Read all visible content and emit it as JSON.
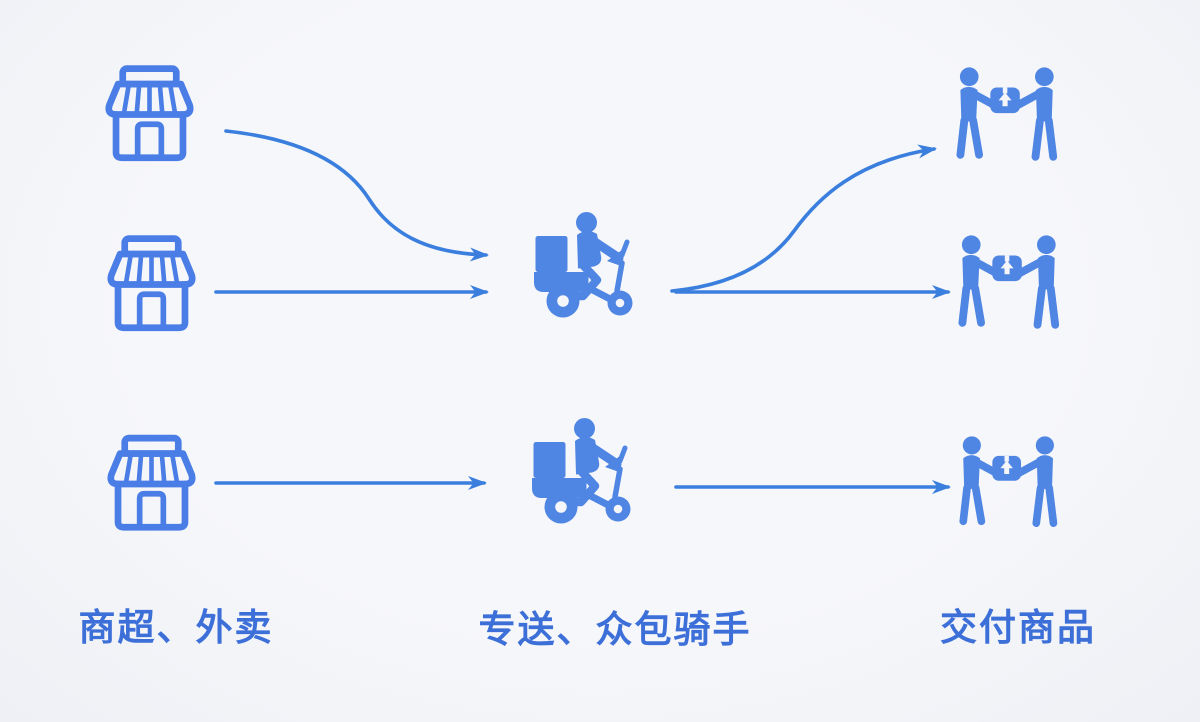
{
  "page": {
    "background_color": "#f4f5f8"
  },
  "colors": {
    "store_outline_blue": "#4a7ee6",
    "icon_fill_blue": "#4f85e3",
    "arrow_blue": "#3a7ede",
    "label_blue": "#3d6fd8"
  },
  "diagram": {
    "type": "flow",
    "columns": [
      {
        "id": "merchants",
        "label": "商超、外卖",
        "icon": "storefront-icon",
        "node_count": 3
      },
      {
        "id": "riders",
        "label": "专送、众包骑手",
        "icon": "delivery-rider-icon",
        "node_count": 2
      },
      {
        "id": "handoff",
        "label": "交付商品",
        "icon": "product-handoff-icon",
        "node_count": 3
      }
    ],
    "edges": [
      {
        "from": "merchant-1",
        "to": "rider-1",
        "style": "s-curve"
      },
      {
        "from": "merchant-2",
        "to": "rider-1",
        "style": "straight"
      },
      {
        "from": "rider-1",
        "to": "handoff-1",
        "style": "s-curve"
      },
      {
        "from": "rider-1",
        "to": "handoff-2",
        "style": "straight"
      },
      {
        "from": "merchant-3",
        "to": "rider-2",
        "style": "straight"
      },
      {
        "from": "rider-2",
        "to": "handoff-3",
        "style": "straight"
      }
    ]
  }
}
